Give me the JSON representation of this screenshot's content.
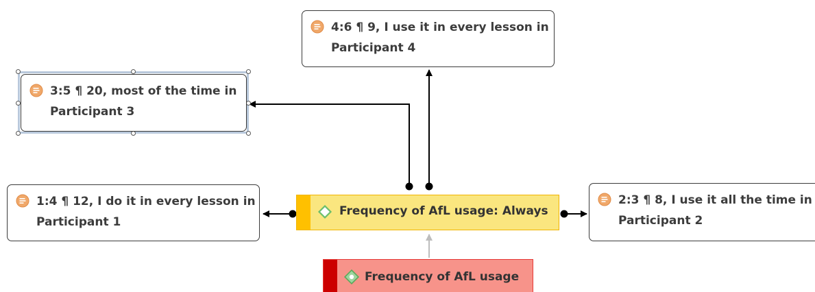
{
  "colors": {
    "quote_icon": "#f0a86a",
    "code_main_fill": "#fae67f",
    "code_main_border": "#f0b400",
    "code_main_stripe": "#ffc000",
    "code_main_icon": "#9ad39a",
    "code_parent_fill": "#f7938a",
    "code_parent_border": "#e53935",
    "code_parent_stripe": "#cc0000",
    "code_parent_icon": "#9fd49f",
    "connector": "#000000",
    "connector_faded": "#bdbdbd",
    "selection_frame": "#b9c9dc"
  },
  "quotations": [
    {
      "id": "q4",
      "icon": "quotation-icon",
      "line1": "4:6 ¶ 9, I use it in every lesson in",
      "line2": "Participant 4"
    },
    {
      "id": "q3",
      "icon": "quotation-icon",
      "line1": "3:5 ¶ 20, most of the time in",
      "line2": "Participant 3",
      "selected": true
    },
    {
      "id": "q1",
      "icon": "quotation-icon",
      "line1": "1:4 ¶ 12, I do it in every lesson in",
      "line2": "Participant 1"
    },
    {
      "id": "q2",
      "icon": "quotation-icon",
      "line1": "2:3 ¶ 8, I use it all the time in",
      "line2": "Participant 2"
    }
  ],
  "codes": {
    "main": {
      "icon": "code-diamond-icon",
      "label": "Frequency of AfL usage: Always"
    },
    "parent": {
      "icon": "code-group-icon",
      "label": "Frequency of AfL usage"
    }
  }
}
